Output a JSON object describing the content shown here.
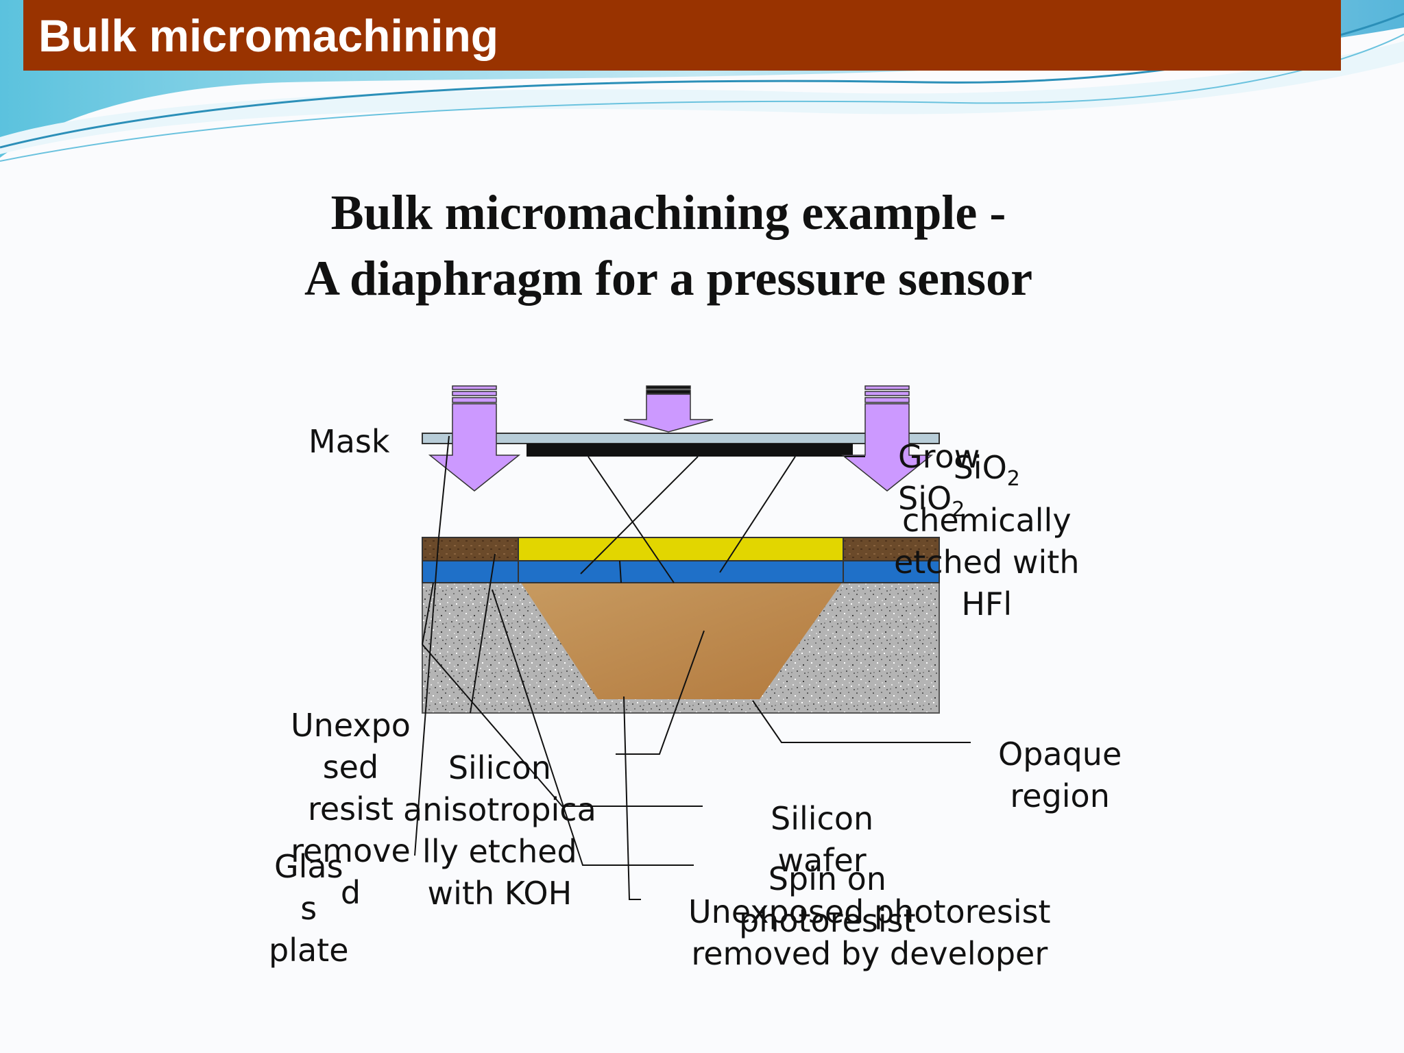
{
  "header": {
    "title": "Bulk micromachining"
  },
  "slide": {
    "title_line1": "Bulk micromachining example -",
    "title_line2": "A diaphragm for a pressure sensor"
  },
  "labels": {
    "mask": "Mask",
    "grow_sio2": {
      "line1": "Grow",
      "line2": "SiO",
      "sub": "2"
    },
    "sio2_etched": {
      "line1": "SiO",
      "sub": "2",
      "line2": "chemically",
      "line3": "etched with",
      "line4": "HFl"
    },
    "opaque_region": {
      "line1": "Opaque",
      "line2": "region"
    },
    "unexposed_resist_removed": {
      "line1": "Unexpo",
      "line2": "sed",
      "line3": "resist",
      "line4": "remove",
      "line5": "d"
    },
    "silicon_etched": {
      "line1": "Silicon",
      "line2": "anisotropica",
      "line3": "lly etched",
      "line4": "with KOH"
    },
    "glass_plate": {
      "line1": "Glas",
      "line2": "s",
      "line3": "plate"
    },
    "silicon_wafer": {
      "line1": "Silicon",
      "line2": "wafer"
    },
    "spin_on_photoresist": {
      "line1": "Spin on",
      "line2": "photoresist"
    },
    "unexposed_photoresist_developer": {
      "line1": "Unexposed photoresist",
      "line2": "removed by developer"
    }
  },
  "colors": {
    "header_bg": "#993300",
    "photoresist_yellow": "#e2d600",
    "oxide_blue": "#1f70c8",
    "etched_cavity": "#c08a4f",
    "arrow_violet": "#cc99ff",
    "mask_plate": "#b8cdd8",
    "silicon_gray": "#a9a9a9"
  }
}
